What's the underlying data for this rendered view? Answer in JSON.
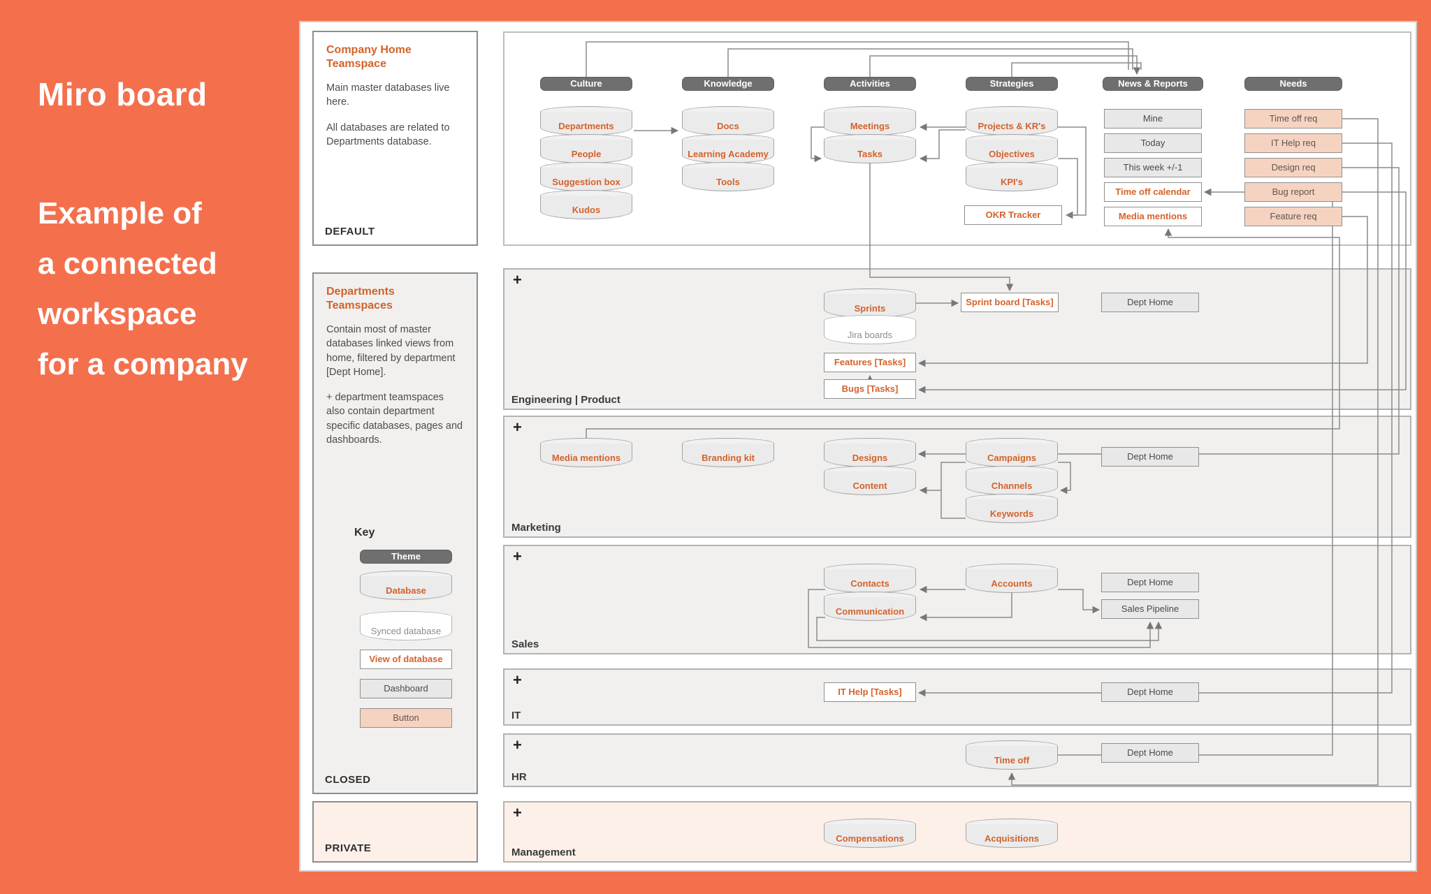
{
  "intro": {
    "title": "Miro board",
    "subtitle": [
      "Example of",
      "a connected",
      "workspace",
      "for a company"
    ]
  },
  "sidebar": {
    "company_home": {
      "title": "Company Home Teamspace",
      "p1": "Main master databases live here.",
      "p2": "All databases are related to Departments database.",
      "footer": "DEFAULT"
    },
    "departments": {
      "title": "Departments Teamspaces",
      "p1": "Contain most of master databases linked views from home, filtered by department [Dept Home].",
      "p2": "+ department teamspaces also contain department specific databases, pages and dashboards.",
      "footer": "CLOSED"
    },
    "private": {
      "footer": "PRIVATE"
    }
  },
  "key": {
    "title": "Key",
    "theme": "Theme",
    "database": "Database",
    "synced": "Synced database",
    "view": "View of database",
    "dashboard": "Dashboard",
    "button": "Button"
  },
  "themes": [
    "Culture",
    "Knowledge",
    "Activities",
    "Strategies",
    "News & Reports",
    "Needs"
  ],
  "home": {
    "culture": [
      "Departments",
      "People",
      "Suggestion box",
      "Kudos"
    ],
    "knowledge": [
      "Docs",
      "Learning Academy",
      "Tools"
    ],
    "activities": [
      "Meetings",
      "Tasks"
    ],
    "strategies": [
      "Projects & KR's",
      "Objectives",
      "KPI's"
    ],
    "okr": "OKR Tracker",
    "news_dash": [
      "Mine",
      "Today",
      "This week +/-1"
    ],
    "news_views": [
      "Time off calendar",
      "Media mentions"
    ],
    "needs": [
      "Time off req",
      "IT Help req",
      "Design req",
      "Bug report",
      "Feature req"
    ]
  },
  "sections": {
    "engineering": {
      "label": "Engineering | Product",
      "plus": "+",
      "sprints": "Sprints",
      "jira": "Jira boards",
      "features": "Features [Tasks]",
      "bugs": "Bugs [Tasks]",
      "sprint_board": "Sprint board [Tasks]",
      "dept_home": "Dept Home"
    },
    "marketing": {
      "label": "Marketing",
      "plus": "+",
      "media": "Media mentions",
      "branding": "Branding kit",
      "designs": "Designs",
      "content": "Content",
      "campaigns": "Campaigns",
      "channels": "Channels",
      "keywords": "Keywords",
      "dept_home": "Dept Home"
    },
    "sales": {
      "label": "Sales",
      "plus": "+",
      "contacts": "Contacts",
      "communication": "Communication",
      "accounts": "Accounts",
      "dept_home": "Dept Home",
      "pipeline": "Sales Pipeline"
    },
    "it": {
      "label": "IT",
      "plus": "+",
      "it_help": "IT Help [Tasks]",
      "dept_home": "Dept Home"
    },
    "hr": {
      "label": "HR",
      "plus": "+",
      "time_off": "Time off",
      "dept_home": "Dept Home"
    },
    "management": {
      "label": "Management",
      "plus": "+",
      "compensations": "Compensations",
      "acquisitions": "Acquisitions"
    }
  },
  "colors": {
    "background_orange": "#F4704D",
    "label_orange": "#D4622B",
    "theme_pill_gray": "#6F6F6F",
    "button_peach": "#F6D3C1",
    "section_gray": "#F1F0EF",
    "private_peach": "#FDF0E9"
  }
}
